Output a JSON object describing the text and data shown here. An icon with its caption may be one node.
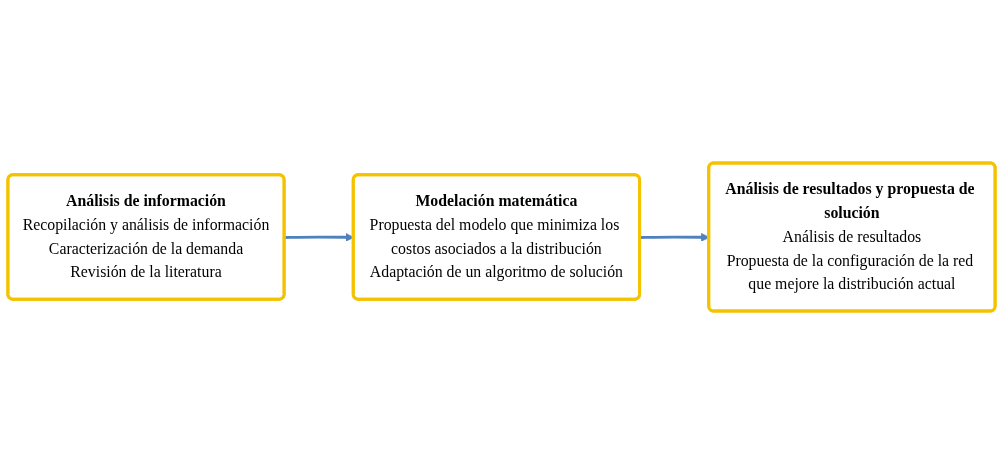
{
  "diagram": {
    "nodes": [
      {
        "text": [
          "Análisis de información",
          "Recopilación y análisis de información",
          "Caracterización de la demanda",
          "Revisión de la literatura"
        ]
      },
      {
        "text": [
          "Modelación matemática",
          "Propuesta del modelo que minimiza los costos asociados a la distribución",
          "Adaptación de un algoritmo de solución"
        ]
      },
      {
        "text": [
          "Análisis de resultados y propuesta de solución",
          "Análisis de resultados",
          "Propuesta de la configuración de la red que mejore la distribución actual"
        ]
      }
    ],
    "edges": [
      {
        "from": 0,
        "to": 1,
        "arrow": "to"
      },
      {
        "from": 1,
        "to": 2,
        "arrow": "to"
      }
    ]
  }
}
